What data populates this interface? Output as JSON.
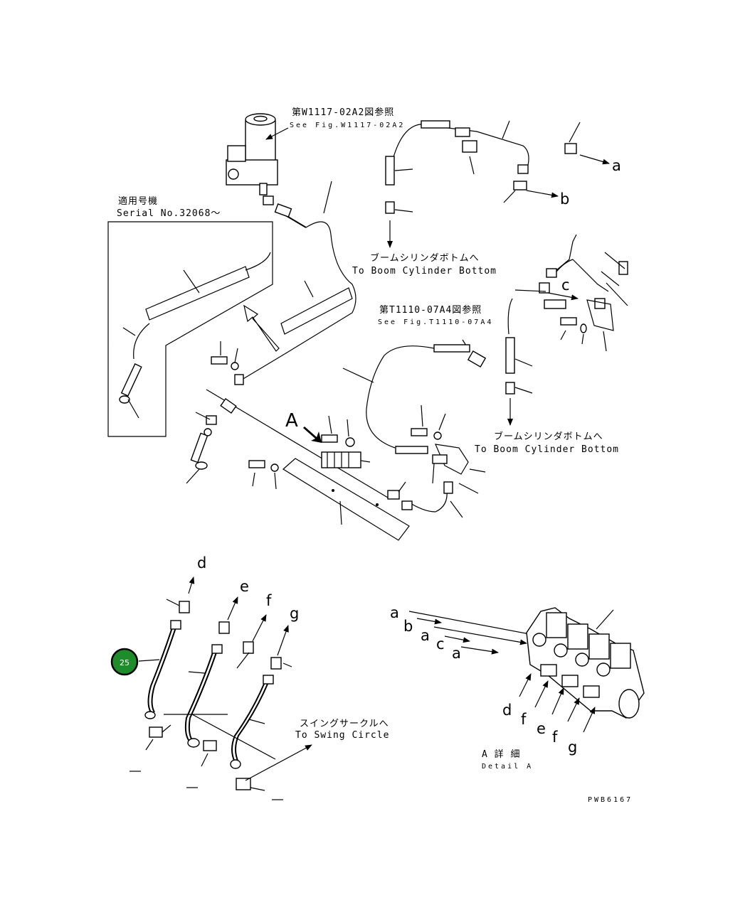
{
  "refs": {
    "fig1_jp": "第W1117-02A2図参照",
    "fig1_en": "See Fig.W1117-02A2",
    "fig2_jp": "第T1110-07A4図参照",
    "fig2_en": "See Fig.T1110-07A4"
  },
  "serial": {
    "jp": "適用号機",
    "en": "Serial No.32068～"
  },
  "boom_bottom_1": {
    "jp": "ブームシリンダボトムへ",
    "en": "To Boom Cylinder Bottom"
  },
  "boom_bottom_2": {
    "jp": "ブームシリンダボトムへ",
    "en": "To Boom Cylinder Bottom"
  },
  "swing": {
    "jp": "スイングサークルへ",
    "en": "To Swing Circle"
  },
  "detail": {
    "jp": "A 詳 細",
    "en": "Detail A"
  },
  "view_label": "A",
  "letters": {
    "a_top": "a",
    "b_top": "b",
    "c_top": "c",
    "d_top": "d",
    "e_top": "e",
    "f_top": "f",
    "g_top": "g",
    "detail_a1": "a",
    "detail_b": "b",
    "detail_a2": "a",
    "detail_c": "c",
    "detail_a3": "a",
    "detail_d": "d",
    "detail_f1": "f",
    "detail_e": "e",
    "detail_f2": "f",
    "detail_g": "g"
  },
  "badge": {
    "number": "25",
    "color": "#1e8c2a"
  },
  "drawing_code": "PWB6167"
}
